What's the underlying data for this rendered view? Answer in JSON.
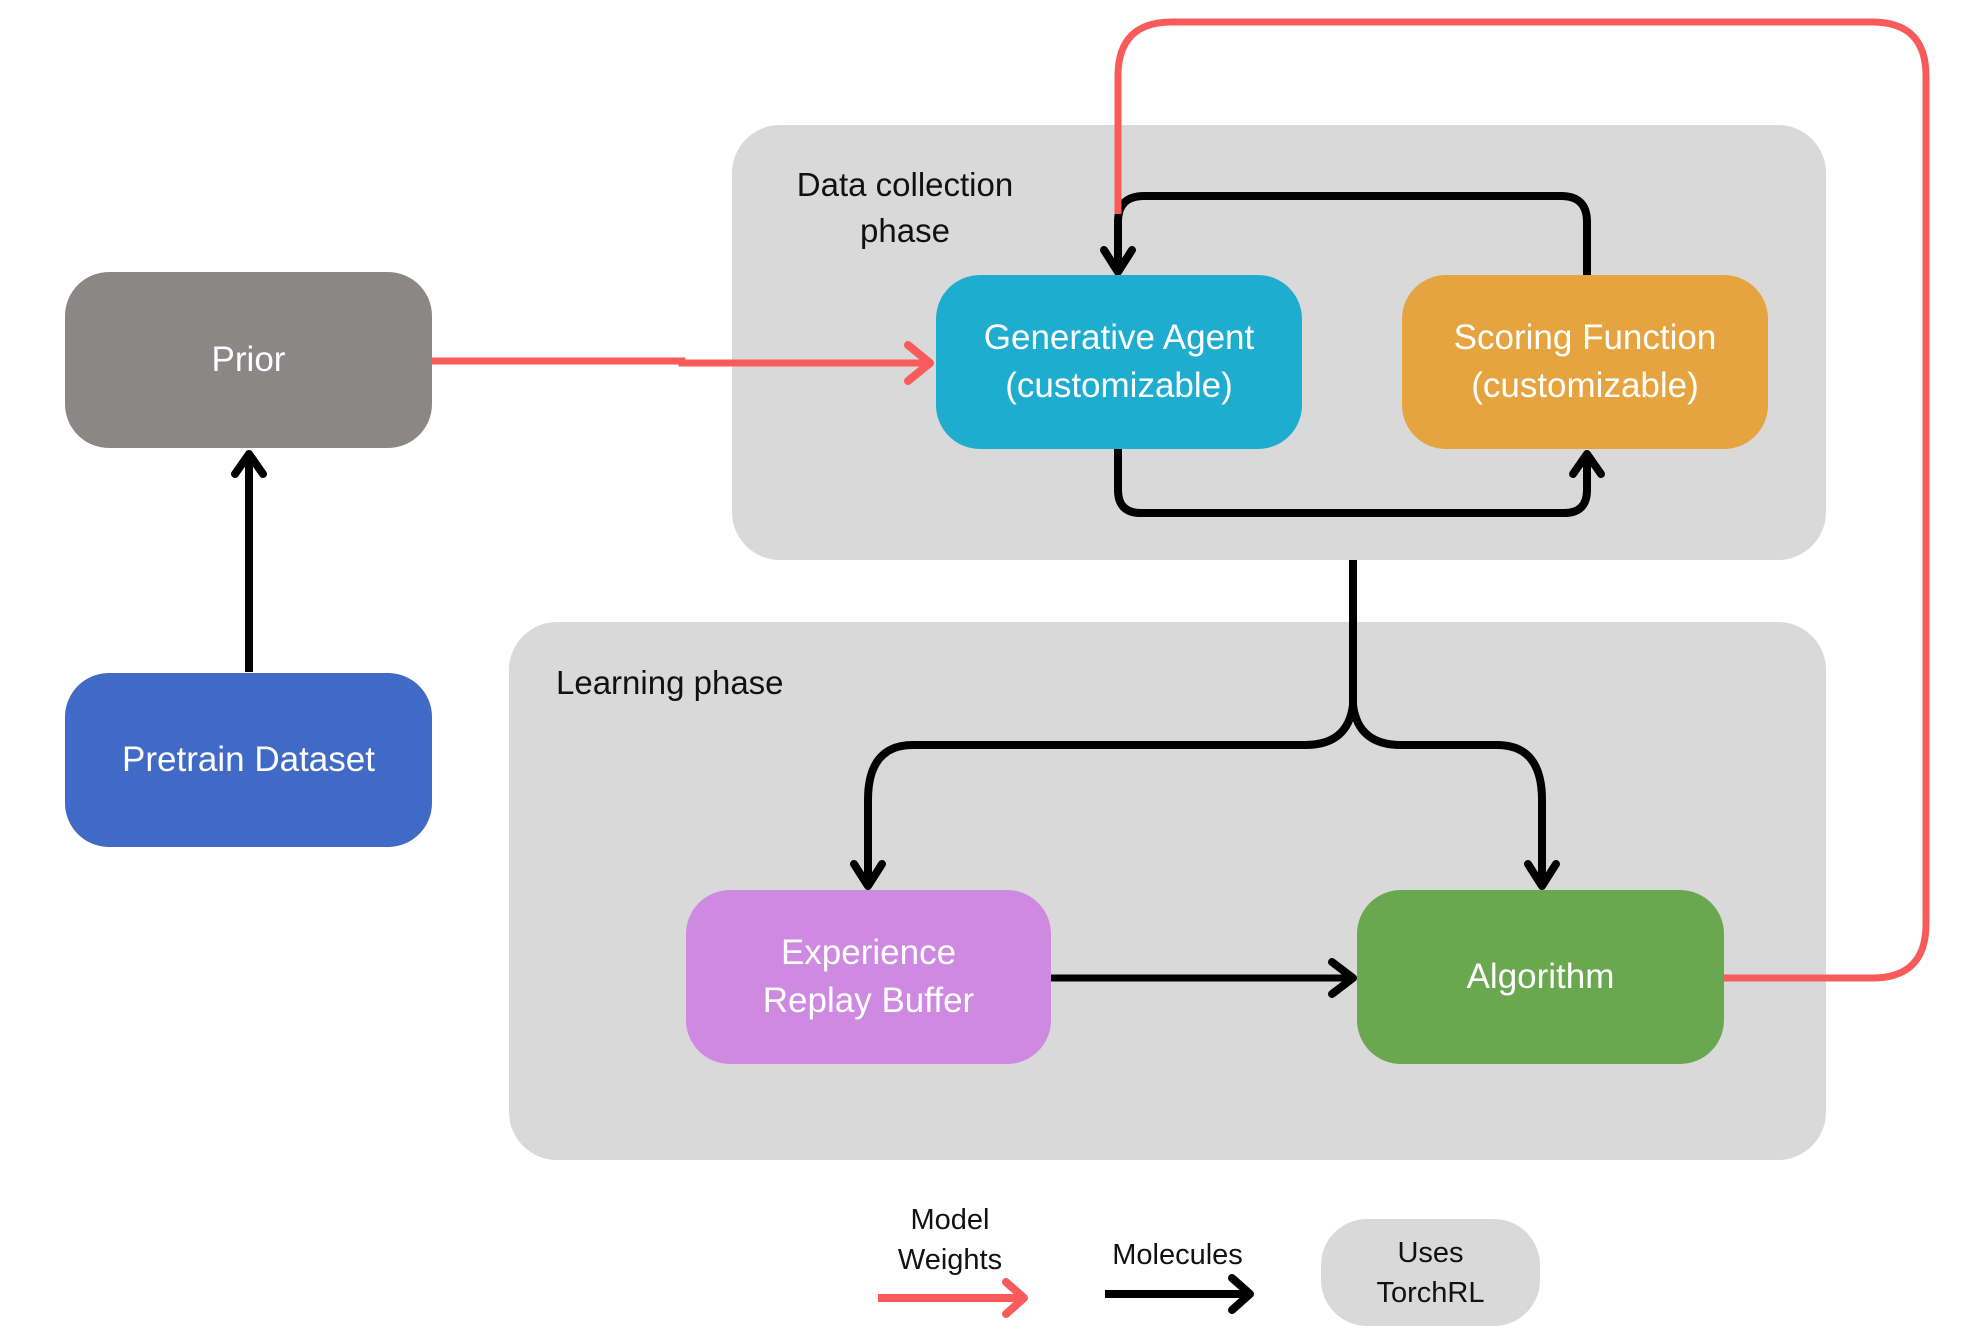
{
  "panels": {
    "data_collection": {
      "title": "Data collection\nphase"
    },
    "learning": {
      "title": "Learning phase"
    }
  },
  "nodes": {
    "prior": {
      "label": "Prior",
      "color": "#8a8786"
    },
    "pretrain_dataset": {
      "label": "Pretrain Dataset",
      "color": "#4169c6"
    },
    "generative_agent": {
      "label": "Generative Agent\n(customizable)",
      "color": "#1eaccf"
    },
    "scoring_function": {
      "label": "Scoring Function\n(customizable)",
      "color": "#e5a43f"
    },
    "replay_buffer": {
      "label": "Experience\nReplay Buffer",
      "color": "#cd8ae0"
    },
    "algorithm": {
      "label": "Algorithm",
      "color": "#6aa84f"
    }
  },
  "edges": [
    {
      "from": "Pretrain Dataset",
      "to": "Prior",
      "type": "Molecules"
    },
    {
      "from": "Prior",
      "to": "Generative Agent",
      "type": "Model Weights"
    },
    {
      "from": "Generative Agent",
      "to": "Scoring Function",
      "type": "Molecules"
    },
    {
      "from": "Scoring Function",
      "to": "Generative Agent",
      "type": "Molecules"
    },
    {
      "from": "Data collection phase",
      "to": "Experience Replay Buffer",
      "type": "Molecules"
    },
    {
      "from": "Data collection phase",
      "to": "Algorithm",
      "type": "Molecules"
    },
    {
      "from": "Experience Replay Buffer",
      "to": "Algorithm",
      "type": "Molecules"
    },
    {
      "from": "Algorithm",
      "to": "Generative Agent",
      "type": "Model Weights"
    }
  ],
  "colors": {
    "model_weights": "#f95a5a",
    "molecules": "#000000",
    "panel": "#d9d9d9"
  },
  "legend": {
    "model_weights": "Model\nWeights",
    "molecules": "Molecules",
    "uses_torchrl": "Uses\nTorchRL"
  }
}
